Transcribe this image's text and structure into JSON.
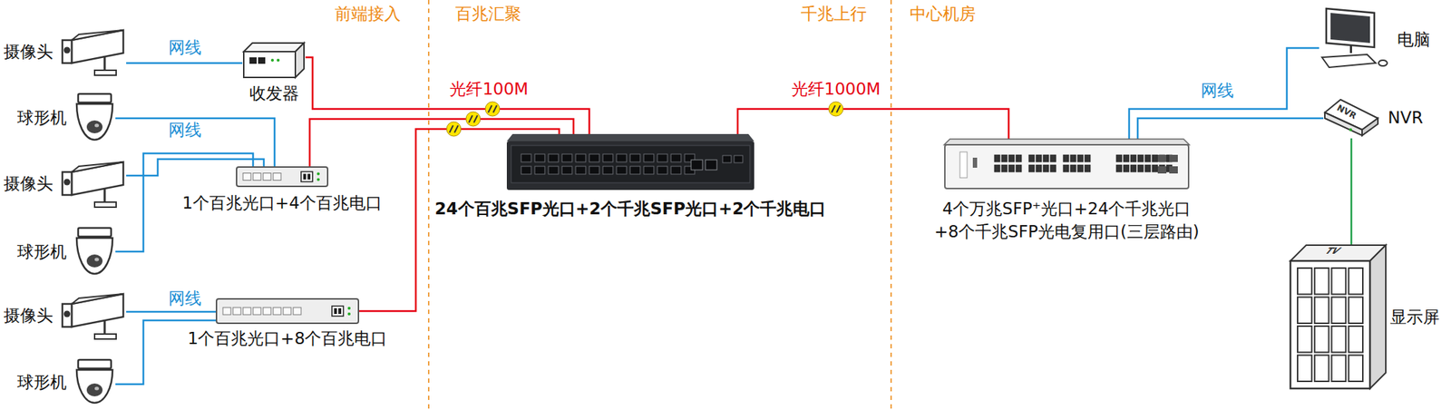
{
  "diagram": {
    "nodes": [
      {
        "text": [
          "摄像头"
        ]
      },
      {
        "text": [
          "收发器"
        ]
      },
      {
        "text": [
          "球形机"
        ]
      },
      {
        "text": [
          "摄像头"
        ]
      },
      {
        "text": [
          "1个百兆光口+4个百兆电口"
        ]
      },
      {
        "text": [
          "球形机"
        ]
      },
      {
        "text": [
          "摄像头"
        ]
      },
      {
        "text": [
          "1个百兆光口+8个百兆电口"
        ]
      },
      {
        "text": [
          "球形机"
        ]
      },
      {
        "text": [
          "24个百兆SFP光口+2个千兆SFP光口+2个千兆电口"
        ]
      },
      {
        "text": [
          "4个万兆SFP⁺光口+24个千兆光口 +8个千兆SFP光电复用口(三层路由)"
        ]
      },
      {
        "text": [
          "电脑"
        ]
      },
      {
        "text": [
          "NVR",
          "NVR"
        ]
      },
      {
        "text": [
          "TV",
          "显示屏"
        ]
      }
    ],
    "edges": [
      {
        "from": 0,
        "to": 1,
        "arrow": "none",
        "label": "网线"
      },
      {
        "from": 2,
        "to": 4,
        "arrow": "none",
        "label": "网线"
      },
      {
        "from": 3,
        "to": 4,
        "arrow": "none"
      },
      {
        "from": 5,
        "to": 4,
        "arrow": "none"
      },
      {
        "from": 6,
        "to": 7,
        "arrow": "none",
        "label": "网线"
      },
      {
        "from": 8,
        "to": 7,
        "arrow": "none"
      },
      {
        "from": 1,
        "to": 9,
        "arrow": "none",
        "label": "光纤100M"
      },
      {
        "from": 4,
        "to": 9,
        "arrow": "none"
      },
      {
        "from": 7,
        "to": 9,
        "arrow": "none"
      },
      {
        "from": 9,
        "to": 10,
        "arrow": "none",
        "label": "光纤1000M"
      },
      {
        "from": 10,
        "to": 11,
        "arrow": "none",
        "label": "网线"
      },
      {
        "from": 10,
        "to": 12,
        "arrow": "none"
      },
      {
        "from": 12,
        "to": 13,
        "arrow": "none"
      }
    ],
    "labels": [
      "前端接入",
      "百兆汇聚",
      "千兆上行",
      "中心机房"
    ]
  }
}
